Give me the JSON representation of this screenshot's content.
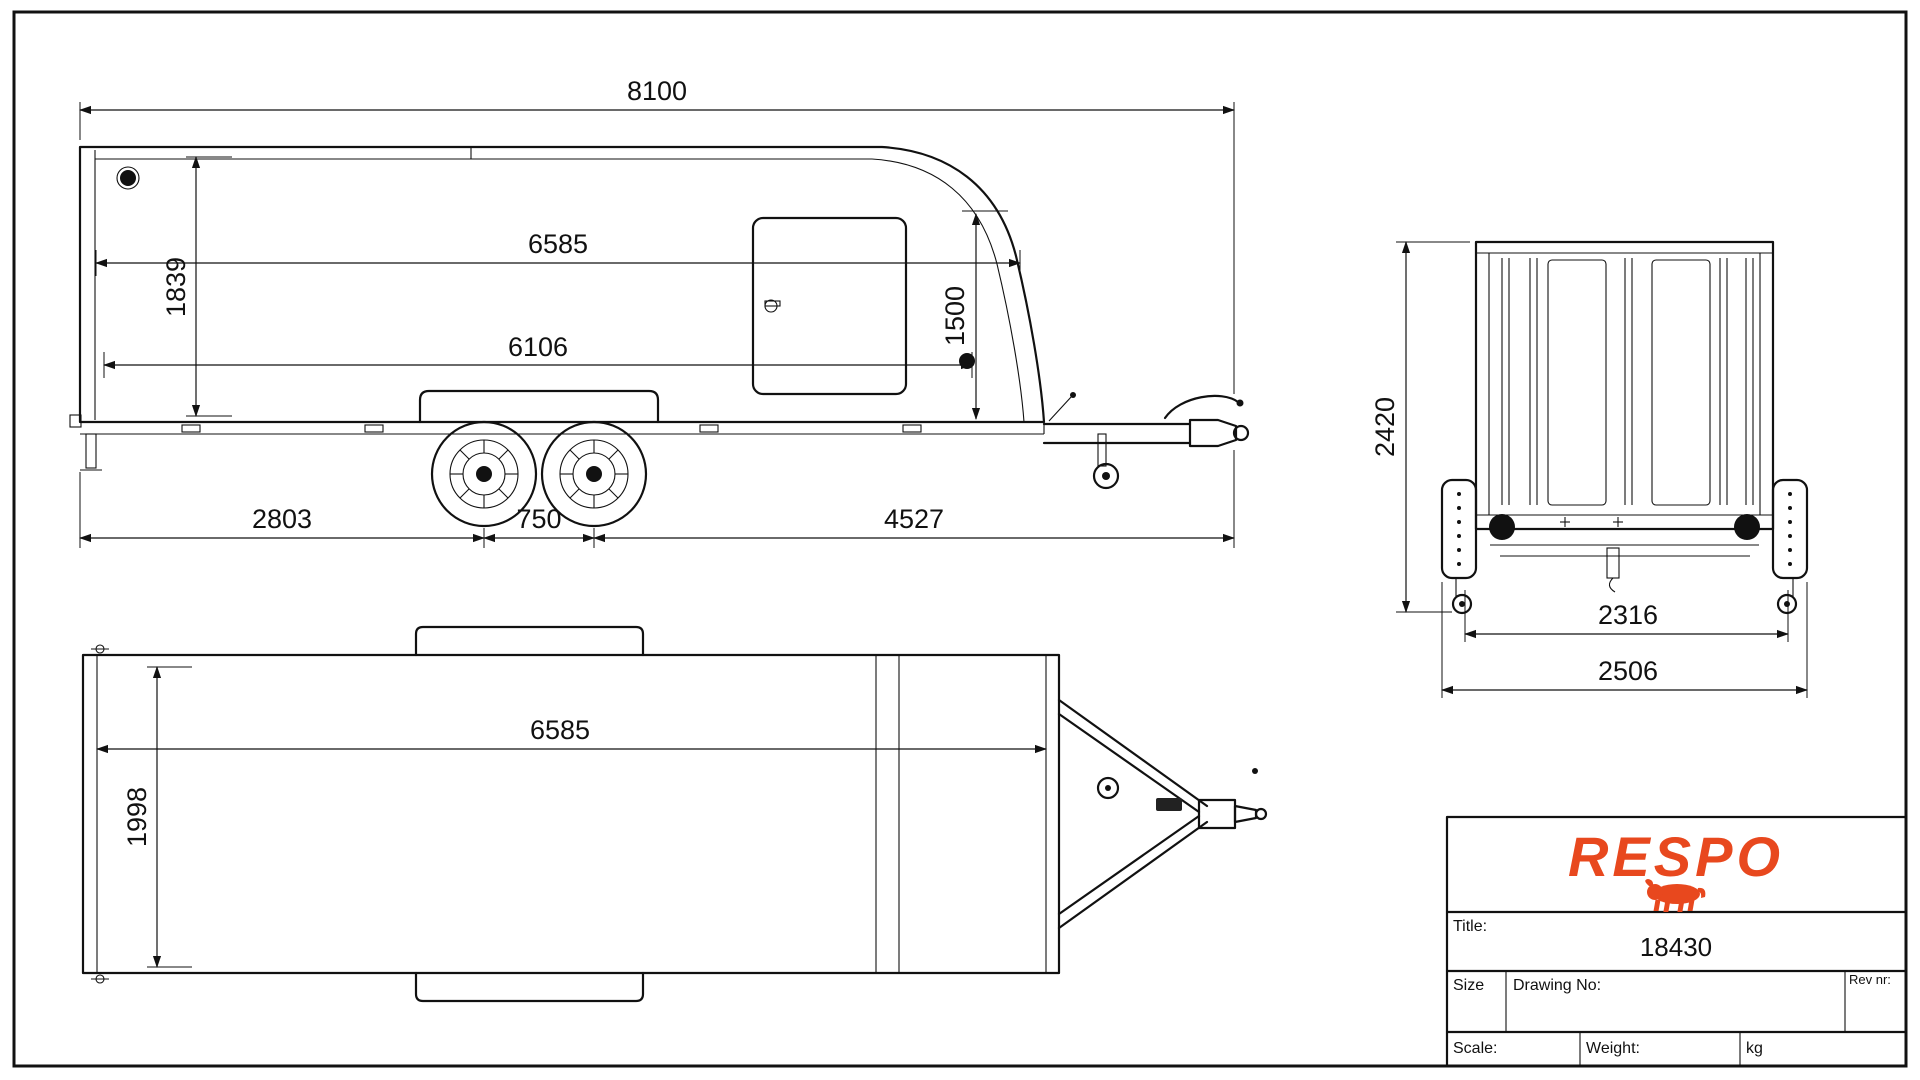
{
  "sheet": {
    "background": "#ffffff",
    "line_color": "#111111",
    "accent_color": "#e8481e"
  },
  "views": {
    "side": {
      "dims": {
        "overall_length": "8100",
        "body_length": "6585",
        "interior_height": "1839",
        "platform_length": "6106",
        "front_height": "1500",
        "rear_to_axle": "2803",
        "axle_spacing": "750",
        "axle_to_coupling": "4527"
      }
    },
    "rear": {
      "dims": {
        "overall_height": "2420",
        "inner_width": "2316",
        "overall_width": "2506"
      }
    },
    "top": {
      "dims": {
        "inner_length": "6585",
        "inner_width": "1998"
      }
    }
  },
  "title_block": {
    "brand": "RESPO",
    "title_label": "Title:",
    "title_value": "18430",
    "size_label": "Size",
    "drawing_no_label": "Drawing No:",
    "rev_label": "Rev nr:",
    "scale_label": "Scale:",
    "weight_label": "Weight:",
    "weight_unit": "kg"
  }
}
